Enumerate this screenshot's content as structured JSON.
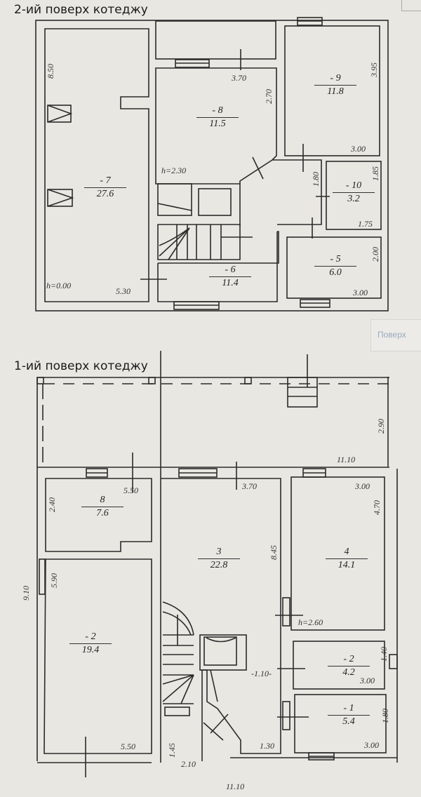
{
  "floor2": {
    "caption": "2-ий поверх котеджу",
    "rooms": [
      {
        "id": "7",
        "number": "- 7",
        "area": "27.6"
      },
      {
        "id": "8",
        "number": "- 8",
        "area": "11.5"
      },
      {
        "id": "9",
        "number": "- 9",
        "area": "11.8"
      },
      {
        "id": "10",
        "number": "- 10",
        "area": "3.2"
      },
      {
        "id": "5",
        "number": "- 5",
        "area": "6.0"
      },
      {
        "id": "6",
        "number": "- 6",
        "area": "11.4"
      }
    ],
    "dimensions": {
      "d_8_50": "8.50",
      "d_5_30": "5.30",
      "d_h0": "h=0.00",
      "d_3_70": "3.70",
      "d_2_70": "2.70",
      "d_h230": "h=2.30",
      "d_3_95": "3.95",
      "d_3_00a": "3.00",
      "d_1_80": "1.80",
      "d_1_85": "1.85",
      "d_1_75": "1.75",
      "d_2_00": "2.00",
      "d_3_00b": "3.00"
    }
  },
  "floor1": {
    "caption": "1-ий поверх котеджу",
    "rooms": [
      {
        "id": "8",
        "number": "8",
        "area": "7.6"
      },
      {
        "id": "2",
        "number": "- 2",
        "area": "19.4"
      },
      {
        "id": "3",
        "number": "3",
        "area": "22.8"
      },
      {
        "id": "4",
        "number": "4",
        "area": "14.1"
      },
      {
        "id": "2b",
        "number": "- 2",
        "area": "4.2"
      },
      {
        "id": "1",
        "number": "- 1",
        "area": "5.4"
      }
    ],
    "dimensions": {
      "d_2_90": "2.90",
      "d_11_10_top": "11.10",
      "d_2_40": "2.40",
      "d_5_50a": "5.50",
      "d_3_70": "3.70",
      "d_3_00a": "3.00",
      "d_4_70": "4.70",
      "d_8_45": "8.45",
      "d_5_90": "5.90",
      "d_9_10": "9.10",
      "d_h260": "h=2.60",
      "d_1_10": "-1.10-",
      "d_1_40": "1.40",
      "d_3_00b": "3.00",
      "d_1_80": "1.80",
      "d_3_00c": "3.00",
      "d_5_50b": "5.50",
      "d_1_45": "1.45",
      "d_2_10": "2.10",
      "d_1_30": "1.30",
      "d_11_10_bottom": "11.10"
    }
  },
  "side_tab": {
    "label": "Поверх"
  }
}
